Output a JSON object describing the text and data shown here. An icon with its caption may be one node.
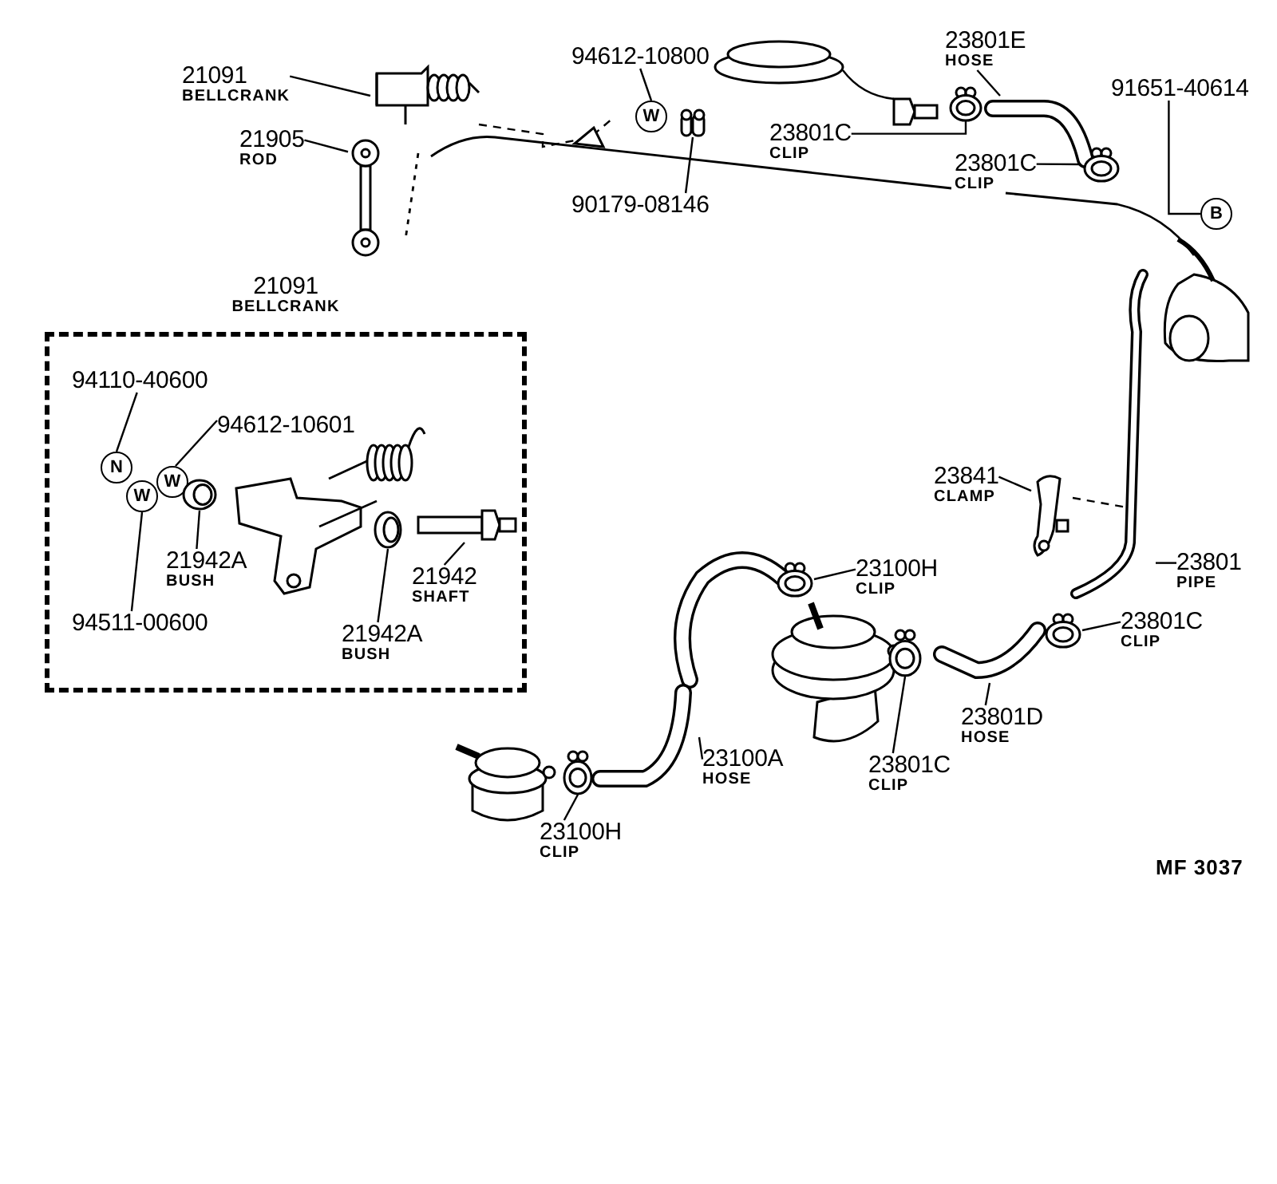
{
  "diagram": {
    "nodes": [
      {
        "text": [
          "21091",
          "BELLCRANK"
        ]
      },
      {
        "text": [
          "21905",
          "ROD"
        ]
      },
      {
        "text": [
          "94612-10800"
        ]
      },
      {
        "text": [
          "90179-08146"
        ]
      },
      {
        "text": [
          "23801E",
          "HOSE"
        ]
      },
      {
        "text": [
          "23801C",
          "CLIP"
        ]
      },
      {
        "text": [
          "23801C",
          "CLIP"
        ]
      },
      {
        "text": [
          "91651-40614"
        ]
      },
      {
        "text": [
          "21091",
          "BELLCRANK"
        ]
      },
      {
        "text": [
          "94110-40600"
        ],
        "in": 8
      },
      {
        "text": [
          "94612-10601"
        ],
        "in": 8
      },
      {
        "text": [
          "94511-00600"
        ],
        "in": 8
      },
      {
        "text": [
          "21942A",
          "BUSH"
        ],
        "in": 8
      },
      {
        "text": [
          "21942",
          "SHAFT"
        ],
        "in": 8
      },
      {
        "text": [
          "21942A",
          "BUSH"
        ],
        "in": 8
      },
      {
        "text": [
          "23841",
          "CLAMP"
        ]
      },
      {
        "text": [
          "23801",
          "PIPE"
        ]
      },
      {
        "text": [
          "23100H",
          "CLIP"
        ]
      },
      {
        "text": [
          "23801C",
          "CLIP"
        ]
      },
      {
        "text": [
          "23801D",
          "HOSE"
        ]
      },
      {
        "text": [
          "23100A",
          "HOSE"
        ]
      },
      {
        "text": [
          "23801C",
          "CLIP"
        ]
      },
      {
        "text": [
          "23100H",
          "CLIP"
        ]
      },
      {
        "text": [],
        "shape": "picture"
      },
      {
        "text": [],
        "shape": "picture"
      },
      {
        "text": [
          "W"
        ]
      },
      {
        "text": [],
        "shape": "picture"
      },
      {
        "text": [],
        "shape": "picture"
      },
      {
        "text": [],
        "shape": "picture"
      },
      {
        "text": [],
        "shape": "picture"
      },
      {
        "text": [
          "B"
        ]
      },
      {
        "text": [
          "N"
        ],
        "in": 8
      },
      {
        "text": [
          "W"
        ],
        "in": 8
      },
      {
        "text": [
          "W"
        ],
        "in": 8
      },
      {
        "text": [],
        "shape": "picture",
        "in": 8
      },
      {
        "text": [],
        "shape": "picture",
        "in": 8
      },
      {
        "text": [],
        "shape": "picture",
        "in": 8
      },
      {
        "text": [],
        "shape": "picture"
      },
      {
        "text": [],
        "shape": "picture"
      },
      {
        "text": [],
        "shape": "picture"
      },
      {
        "text": [],
        "shape": "picture"
      },
      {
        "text": [],
        "shape": "picture"
      },
      {
        "text": [],
        "shape": "picture"
      },
      {
        "text": [],
        "shape": "picture"
      },
      {
        "text": [],
        "shape": "picture"
      }
    ],
    "edges": [
      {
        "from": 0,
        "to": 23,
        "arrow": "none"
      },
      {
        "from": 1,
        "to": 24,
        "arrow": "none"
      },
      {
        "from": 2,
        "to": 25,
        "arrow": "none"
      },
      {
        "from": 3,
        "to": 26,
        "arrow": "none"
      },
      {
        "from": 4,
        "to": 27,
        "arrow": "none"
      },
      {
        "from": 5,
        "to": 28,
        "arrow": "none"
      },
      {
        "from": 6,
        "to": 29,
        "arrow": "none"
      },
      {
        "from": 7,
        "to": 30,
        "arrow": "none"
      },
      {
        "from": 9,
        "to": 31,
        "arrow": "none"
      },
      {
        "from": 10,
        "to": 32,
        "arrow": "none"
      },
      {
        "from": 11,
        "to": 33,
        "arrow": "none"
      },
      {
        "from": 12,
        "to": 34,
        "arrow": "none"
      },
      {
        "from": 13,
        "to": 35,
        "arrow": "none"
      },
      {
        "from": 14,
        "to": 36,
        "arrow": "none"
      },
      {
        "from": 15,
        "to": 37,
        "arrow": "none"
      },
      {
        "from": 16,
        "to": 38,
        "arrow": "none"
      },
      {
        "from": 17,
        "to": 39,
        "arrow": "none"
      },
      {
        "from": 18,
        "to": 40,
        "arrow": "none"
      },
      {
        "from": 19,
        "to": 41,
        "arrow": "none"
      },
      {
        "from": 20,
        "to": 42,
        "arrow": "none"
      },
      {
        "from": 21,
        "to": 43,
        "arrow": "none"
      },
      {
        "from": 22,
        "to": 44,
        "arrow": "none"
      }
    ],
    "labels": [
      "MF 3037"
    ]
  }
}
